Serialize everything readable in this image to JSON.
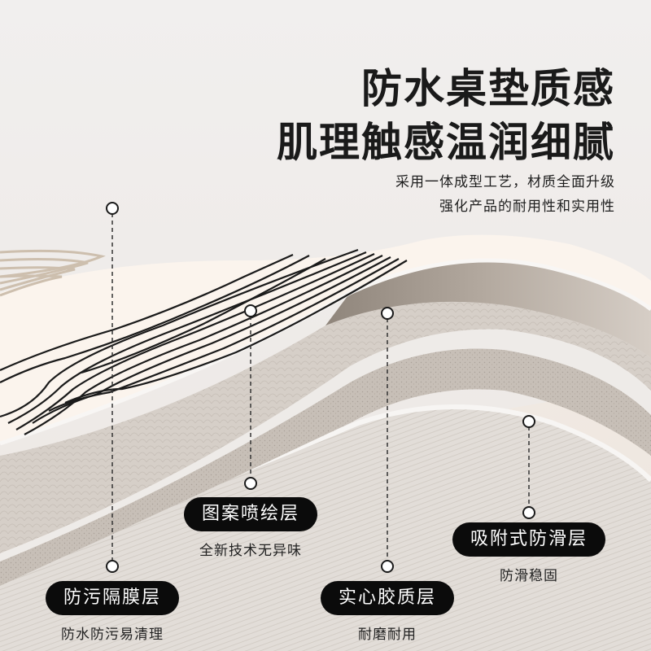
{
  "headline": {
    "line1": "防水桌垫质感",
    "line2": "肌理触感温润细腻"
  },
  "subtitle": {
    "line1": "采用一体成型工艺，材质全面升级",
    "line2": "强化产品的耐用性和实用性"
  },
  "callouts": [
    {
      "title": "图案喷绘层",
      "caption": "全新技术无异味"
    },
    {
      "title": "防污隔膜层",
      "caption": "防水防污易清理"
    },
    {
      "title": "实心胶质层",
      "caption": "耐磨耐用"
    },
    {
      "title": "吸附式防滑层",
      "caption": "防滑稳固"
    }
  ],
  "colors": {
    "background": "#efedec",
    "pill": "#0b0b0b",
    "cream_top": "#fbf4ed",
    "layer_taupe": "#c9c1b8",
    "layer_dark": "#a59b91",
    "pattern_tan": "#cdbfae"
  }
}
